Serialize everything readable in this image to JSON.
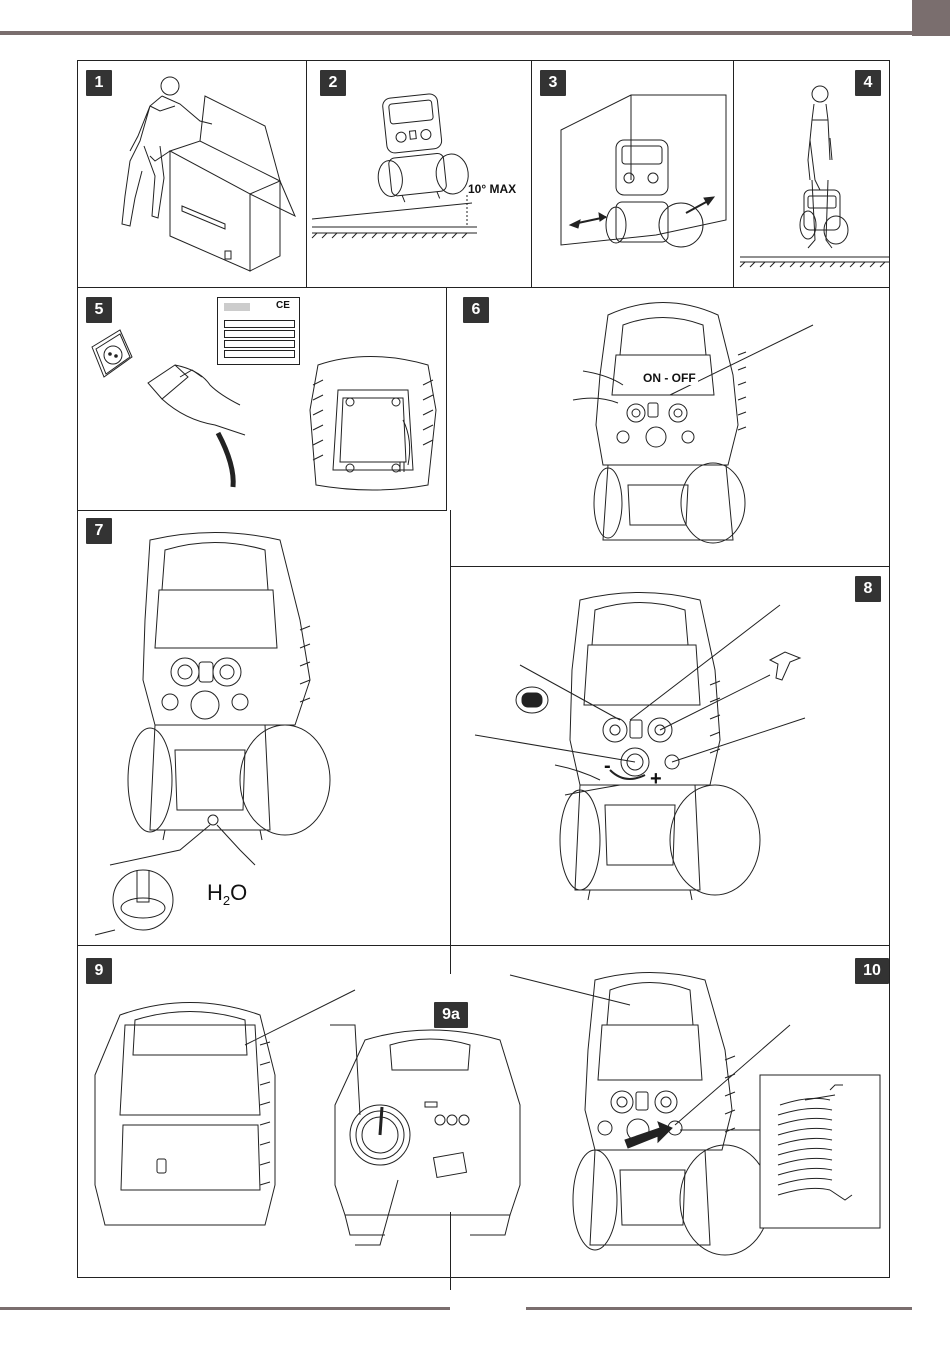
{
  "panels": [
    {
      "number": "1",
      "caption": "Unpacking: person lifting unit out of cardboard box"
    },
    {
      "number": "2",
      "caption": "Compressor on slope",
      "label": "10° MAX"
    },
    {
      "number": "3",
      "caption": "Compressor clearance from walls"
    },
    {
      "number": "4",
      "caption": "Person carrying compressor by handle"
    },
    {
      "number": "5",
      "caption": "Plug into wall socket, rating plate, cord storage",
      "label": "CE"
    },
    {
      "number": "6",
      "caption": "Power switch",
      "label": "ON - OFF"
    },
    {
      "number": "7",
      "caption": "Condensate drain",
      "label_main": "H",
      "label_sub": "2",
      "label_tail": "O"
    },
    {
      "number": "8",
      "caption": "Pressure regulator",
      "minus": "-",
      "plus": "+"
    },
    {
      "number": "9",
      "caption": "Accessory storage compartment"
    },
    {
      "number": "9a",
      "caption": "Rear view with hose stored"
    },
    {
      "number": "10",
      "caption": "Connecting spiral hose"
    }
  ]
}
